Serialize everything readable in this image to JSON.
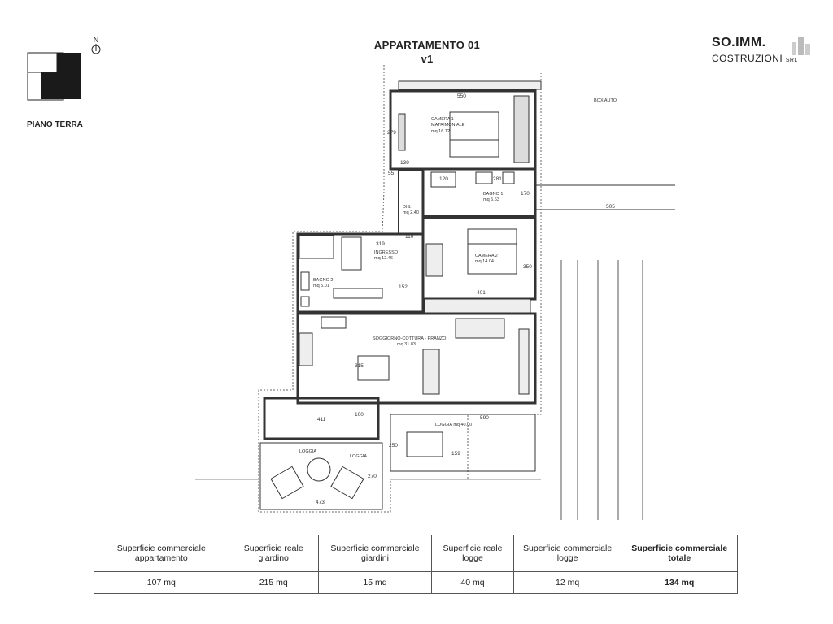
{
  "header": {
    "title_line1": "APPARTAMENTO 01",
    "title_line2": "v1",
    "floor": "PIANO TERRA",
    "north": "N",
    "brand_main": "SO.IMM.",
    "brand_sub": "COSTRUZIONI",
    "brand_suffix": "SRL"
  },
  "rooms": {
    "camera1_name": "CAMERA 1",
    "camera1_sub": "MATRIMONIALE",
    "camera1_area": "mq 16.12",
    "bagno1_name": "BAGNO 1",
    "bagno1_area": "mq 5.63",
    "dis_name": "DIS.",
    "dis_area": "mq 2.40",
    "camera2_name": "CAMERA 2",
    "camera2_area": "mq 14.04",
    "ingresso_name": "INGRESSO",
    "ingresso_area": "mq 12.46",
    "bagno2_name": "BAGNO 2",
    "bagno2_area": "mq 5.01",
    "soggiorno_name": "SOGGIORNO-COTTURA - PRANZO",
    "soggiorno_area": "mq 31.83",
    "loggia_big": "LOGGIA  mq 40.00",
    "loggia_small": "LOGGIA",
    "loggia_small2": "LOGGIA",
    "box": "BOX AUTO"
  },
  "dims": {
    "d550": "550",
    "d279": "279",
    "d139": "139",
    "d120": "120",
    "d281": "281",
    "d170": "170",
    "d505": "505",
    "d319": "319",
    "d350": "350",
    "d401": "401",
    "d152": "152",
    "d110": "110",
    "d315": "315",
    "d411": "411",
    "d100": "100",
    "d590": "590",
    "d250": "250",
    "d159": "159",
    "d270": "270",
    "d473": "473",
    "d55": "55"
  },
  "table": {
    "headers": [
      "Superficie commerciale appartamento",
      "Superficie reale giardino",
      "Superficie commerciale giardini",
      "Superficie reale logge",
      "Superficie commerciale logge",
      "Superficie commerciale totale"
    ],
    "values": [
      "107 mq",
      "215 mq",
      "15 mq",
      "40 mq",
      "12 mq",
      "134 mq"
    ]
  }
}
